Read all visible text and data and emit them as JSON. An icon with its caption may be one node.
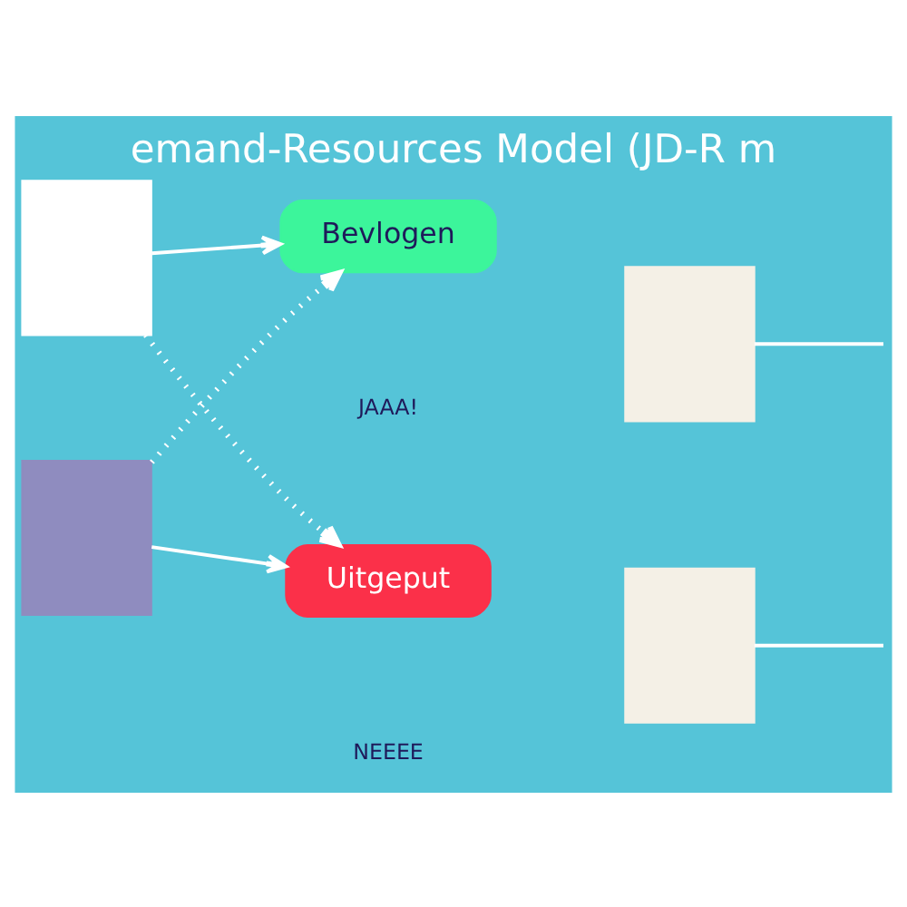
{
  "diagram": {
    "title": "emand-Resources Model (JD-R m",
    "nodes": [
      {
        "text": [],
        "shape": "box"
      },
      {
        "text": [],
        "shape": "box"
      },
      {
        "text": [
          "Bevlogen"
        ]
      },
      {
        "text": [
          "Uitgeput"
        ]
      },
      {
        "text": [],
        "shape": "box"
      },
      {
        "text": [],
        "shape": "box"
      }
    ],
    "edges": [
      {
        "from": 0,
        "to": 2,
        "arrow": "to"
      },
      {
        "from": 0,
        "to": 3,
        "arrow": "to",
        "style": "dashed"
      },
      {
        "from": 1,
        "to": 2,
        "arrow": "to",
        "style": "dashed"
      },
      {
        "from": 1,
        "to": 3,
        "arrow": "to"
      },
      {
        "from": 4,
        "to": null,
        "arrow": "none"
      },
      {
        "from": 5,
        "to": null,
        "arrow": "none"
      }
    ],
    "labels": [
      "JAAA!",
      "NEEEE"
    ]
  }
}
